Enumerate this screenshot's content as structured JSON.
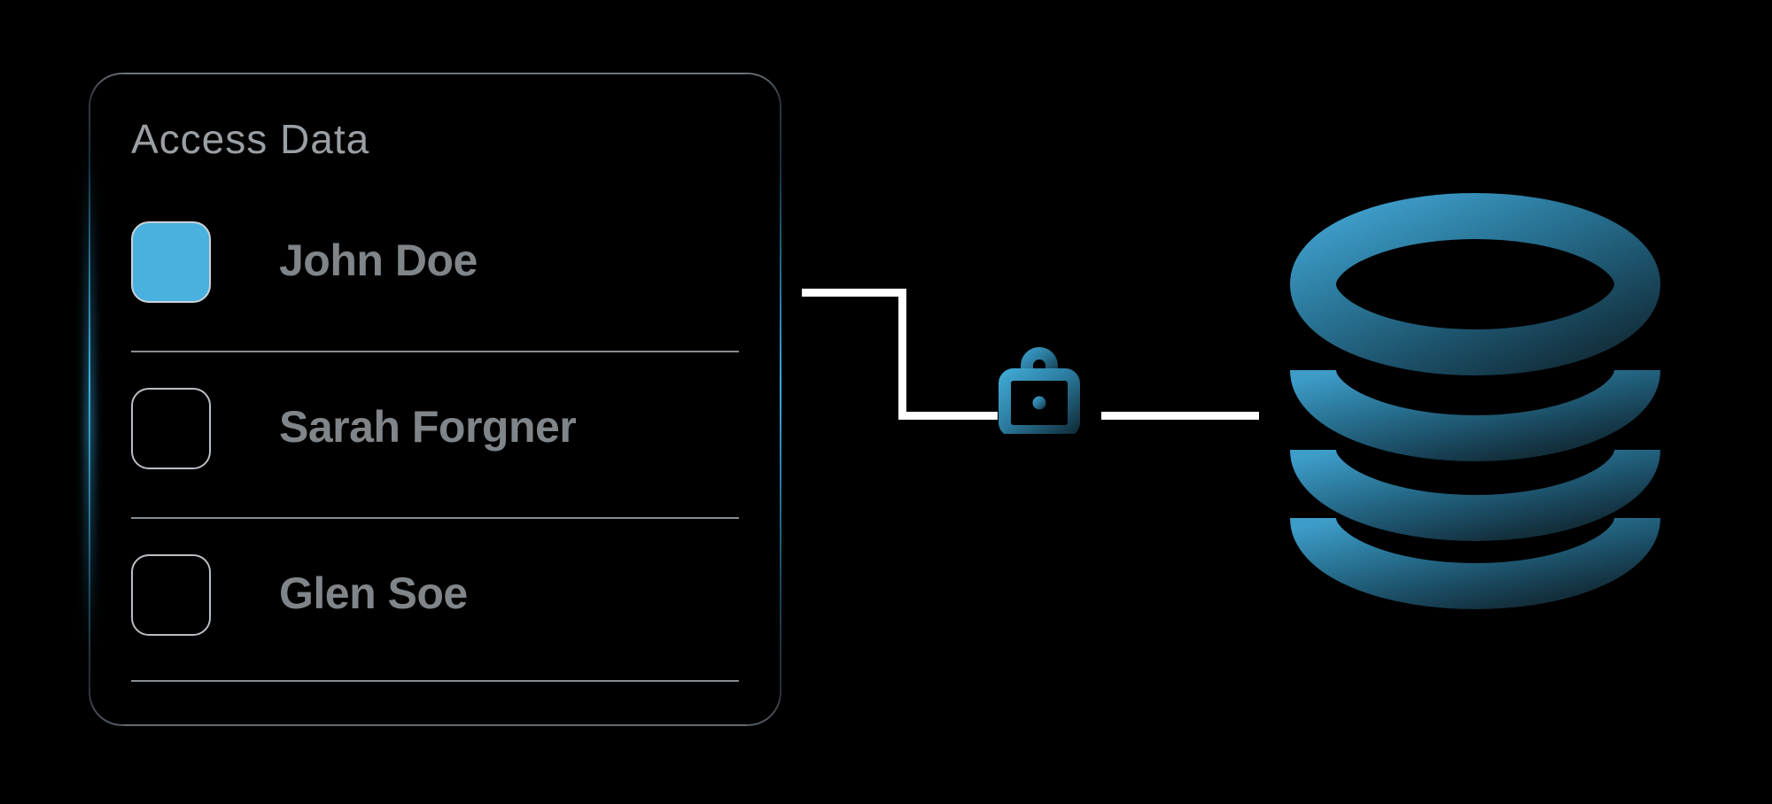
{
  "background_color": "#000000",
  "accent_color": "#4AB0DE",
  "card": {
    "title": "Access Data",
    "title_color": "#9a9fa4",
    "border_accent": "#3AAEE0",
    "rows": [
      {
        "name": "John Doe",
        "checked": true,
        "checkbox_fill": "#4AB0DE"
      },
      {
        "name": "Sarah Forgner",
        "checked": false,
        "checkbox_fill": ""
      },
      {
        "name": "Glen Soe",
        "checked": false,
        "checkbox_fill": ""
      }
    ]
  },
  "connector": {
    "color": "#ffffff",
    "style": "stepped-orthogonal"
  },
  "lock": {
    "label": "lock-icon",
    "gradient_from": "#3FA6D0",
    "gradient_to": "#12303D"
  },
  "database": {
    "label": "database-cylinder-icon",
    "gradient_from": "#3D9CC8",
    "gradient_to": "#132F3C",
    "ring_count": 3
  }
}
